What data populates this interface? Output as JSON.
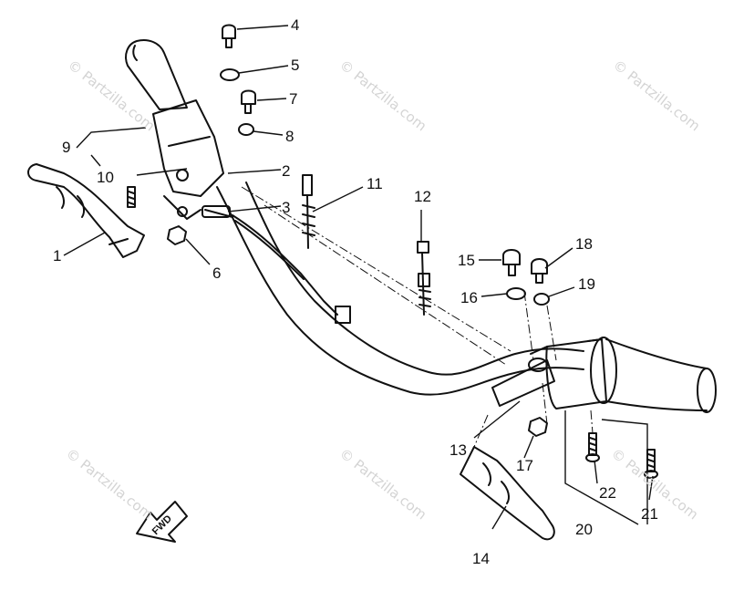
{
  "watermark": {
    "text": "© Partzilla.com",
    "color": "#d4d4d4"
  },
  "direction_tag": {
    "text": "FWD"
  },
  "callouts": [
    "1",
    "2",
    "3",
    "4",
    "5",
    "6",
    "7",
    "8",
    "9",
    "10",
    "11",
    "12",
    "13",
    "14",
    "15",
    "16",
    "17",
    "18",
    "19",
    "20",
    "21",
    "22"
  ]
}
